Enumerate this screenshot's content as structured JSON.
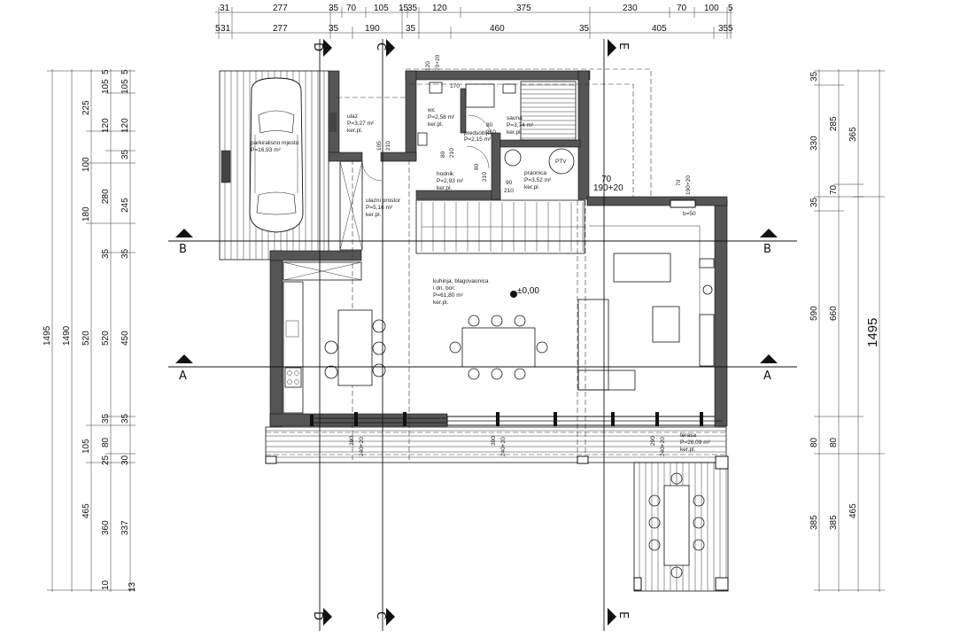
{
  "dims": {
    "top_row1": [
      "31",
      "277",
      "35",
      "70",
      "105",
      "15",
      "35",
      "120",
      "375",
      "230",
      "70",
      "100",
      "5"
    ],
    "top_row2": [
      "5",
      "31",
      "277",
      "35",
      "190",
      "35",
      "460",
      "35",
      "405",
      "35",
      "5"
    ],
    "left_col1": "1495",
    "left_col2": "1490",
    "left_col3": [
      "225",
      "100",
      "180",
      "520",
      "105",
      "465"
    ],
    "left_col4": [
      "5",
      "105",
      "120",
      "280",
      "35",
      "520",
      "35",
      "80",
      "25",
      "360",
      "10"
    ],
    "left_col5": [
      "5",
      "105",
      "120",
      "35",
      "245",
      "35",
      "450",
      "35",
      "30",
      "337",
      "13"
    ],
    "right_col1": [
      "35",
      "330",
      "35",
      "590",
      "80",
      "385"
    ],
    "right_col2": [
      "285",
      "70",
      "660",
      "80",
      "385"
    ],
    "right_col3": [
      "365",
      "1495",
      "465"
    ],
    "right_big": "1495"
  },
  "sections": {
    "A": "A",
    "B": "B",
    "C": "C",
    "D": "D",
    "E": "E"
  },
  "rooms": {
    "parking": {
      "name": "parkiralisno mjesto",
      "area": "P=16,93 m²"
    },
    "ulaz": {
      "name": "ulaz",
      "area": "P=3,27 m²",
      "floor": "ker.pl."
    },
    "wc": {
      "name": "wc",
      "area": "P=2,58 m²",
      "floor": "ker.pl."
    },
    "predsoblje": {
      "name": "predsoblje",
      "area": "P=2,15 m²",
      "floor": "ker.pl."
    },
    "sauna": {
      "name": "sauna",
      "area": "P=3,74 m²",
      "floor": "ker.pl."
    },
    "hodnik": {
      "name": "hodnik",
      "area": "P=2,93 m²",
      "floor": "ker.pl."
    },
    "praonica": {
      "name": "praonica",
      "area": "P=3,52 m²",
      "floor": "ker.pl."
    },
    "ulazni": {
      "name": "ulazni prostor",
      "area": "P=5,16 m²",
      "floor": "ker.pl."
    },
    "kuhinja": {
      "name": "kuhinja, blagovaonica",
      "sub": "i dn. bor.",
      "area": "P=61,80 m²",
      "floor": "ker.pl."
    },
    "terasa": {
      "name": "terasa",
      "area": "P=26,09 m²",
      "floor": "ker.pl."
    }
  },
  "labels": {
    "elevation": "±0,00",
    "ptv": "PTV",
    "door_120": "120",
    "door_70_20": "70+20",
    "door_170": "170",
    "door_80_210": "80",
    "door_210": "210",
    "door_90": "90",
    "door_105": "105",
    "door_70": "70",
    "door_190_20": "190+20",
    "door_70b": "70",
    "door_190b": "190+20",
    "b50": "b=50",
    "win_290a": "290",
    "win_240a": "240+20",
    "win_300": "300",
    "win_240b": "240+20",
    "win_290b": "290",
    "win_240c": "240+20",
    "d_80": "80",
    "d_210": "210"
  }
}
